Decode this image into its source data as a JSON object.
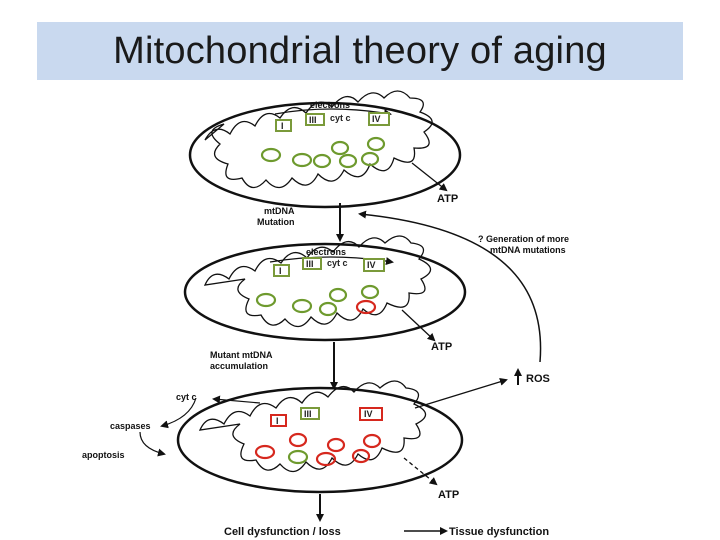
{
  "title": "Mitochondrial theory of aging",
  "colors": {
    "title_bg": "#c9d9ef",
    "normal_mtdna": "#6e9a2e",
    "mutant_mtdna": "#d6281e",
    "complex_box": "#7a9a3a",
    "ink": "#111111"
  },
  "labels": {
    "electrons": "electrons",
    "complex_1": "I",
    "complex_3": "III",
    "cytc": "cyt c",
    "complex_4": "IV",
    "atp": "ATP",
    "mtdna_mutation_1": "mtDNA",
    "mtdna_mutation_2": "Mutation",
    "generation_1": "? Generation of more",
    "generation_2": "mtDNA mutations",
    "mutant_accum_1": "Mutant mtDNA",
    "mutant_accum_2": "accumulation",
    "ros": "ROS",
    "cytc_release": "cyt c",
    "caspases": "caspases",
    "apoptosis": "apoptosis",
    "cell_dysfunction": "Cell dysfunction / loss",
    "tissue_dysfunction": "Tissue dysfunction"
  }
}
